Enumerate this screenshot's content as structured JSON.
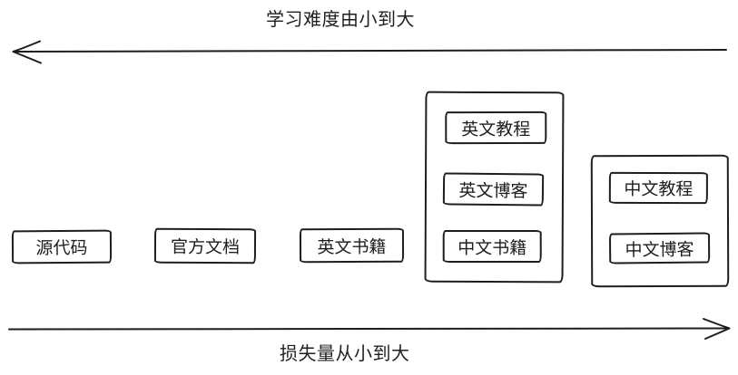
{
  "canvas": {
    "background_color": "#ffffff",
    "ink_color": "#1d1d1d",
    "style": "hand-drawn-sketch"
  },
  "axes": {
    "top": {
      "label": "学习难度由小到大",
      "arrow_direction": "left"
    },
    "bottom": {
      "label": "损失量从小到大",
      "arrow_direction": "right"
    }
  },
  "boxes": [
    {
      "label": "源代码"
    },
    {
      "label": "官方文档"
    },
    {
      "label": "英文书籍"
    }
  ],
  "groups": [
    {
      "items": [
        {
          "label": "英文教程"
        },
        {
          "label": "英文博客"
        },
        {
          "label": "中文书籍"
        }
      ]
    },
    {
      "items": [
        {
          "label": "中文教程"
        },
        {
          "label": "中文博客"
        }
      ]
    }
  ]
}
